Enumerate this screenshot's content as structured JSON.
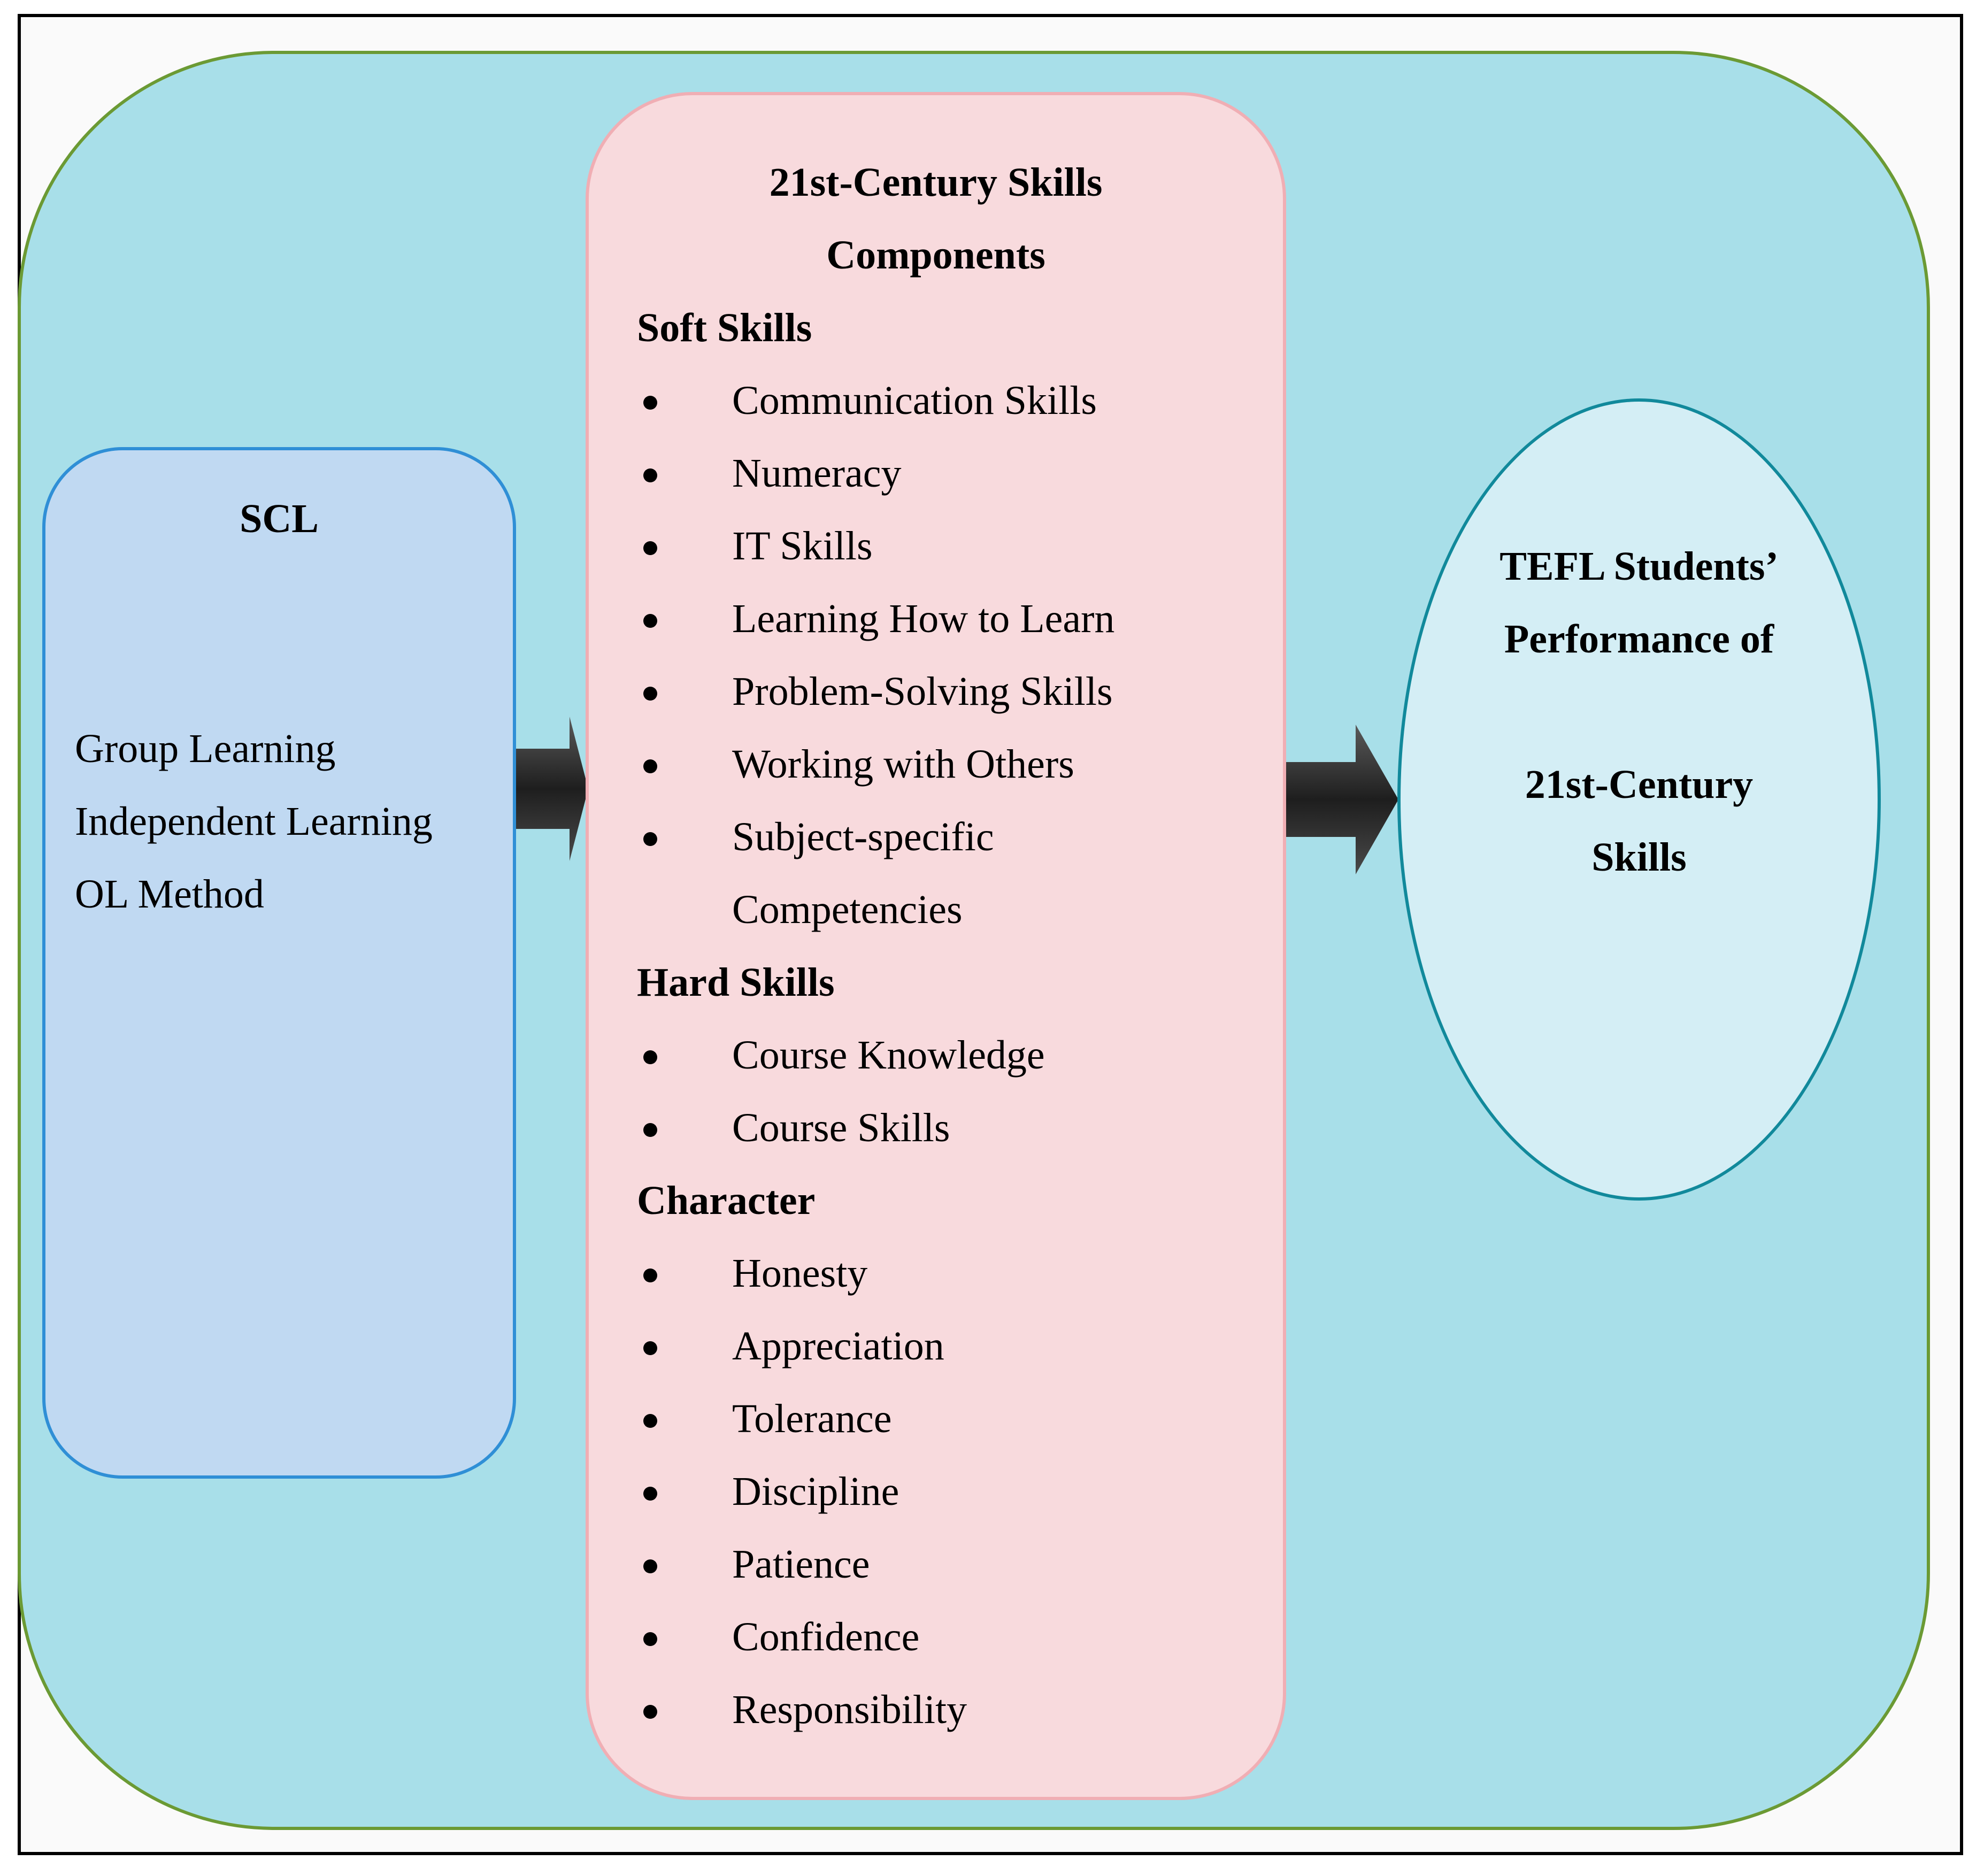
{
  "scl": {
    "title": "SCL",
    "items": [
      "Group Learning",
      "Independent Learning",
      "OL Method"
    ]
  },
  "skills": {
    "title_line1": "21st-Century Skills",
    "title_line2": "Components",
    "soft_heading": "Soft Skills",
    "soft_items": [
      "Communication Skills",
      "Numeracy",
      "IT Skills",
      "Learning How to Learn",
      "Problem-Solving Skills",
      "Working with Others",
      "Subject-specific Competencies"
    ],
    "hard_heading": "Hard Skills",
    "hard_items": [
      "Course Knowledge",
      "Course Skills"
    ],
    "character_heading": "Character",
    "character_items": [
      "Honesty",
      "Appreciation",
      "Tolerance",
      "Discipline",
      "Patience",
      "Confidence",
      "Responsibility"
    ]
  },
  "tefl": {
    "line1": "TEFL Students’",
    "line2": "Performance of",
    "line3": "21st-Century",
    "line4": "Skills"
  },
  "colors": {
    "outer_fill": "#a8dfe9",
    "outer_border": "#6b9a34",
    "scl_fill": "#c0d9f2",
    "scl_border": "#2f8fd6",
    "skills_fill": "#f8dadd",
    "skills_border": "#f0aeb4",
    "tefl_fill": "#d4eef5",
    "tefl_border": "#11899b",
    "arrow": "#262626"
  }
}
